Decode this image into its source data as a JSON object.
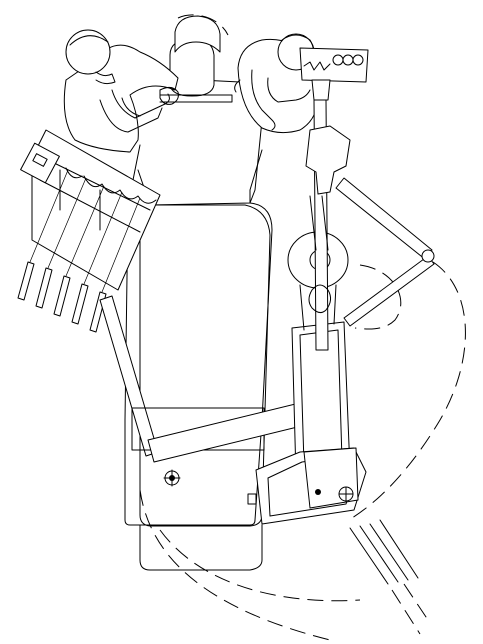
{
  "drawing": {
    "subject": "dental-operatory-plan-view",
    "colors": {
      "line": "#000000",
      "background": "#ffffff"
    },
    "icons": [
      "dentist-figure",
      "assistant-figure",
      "patient-chair",
      "instrument-delivery-unit",
      "assistant-arm",
      "floor-mount"
    ]
  }
}
